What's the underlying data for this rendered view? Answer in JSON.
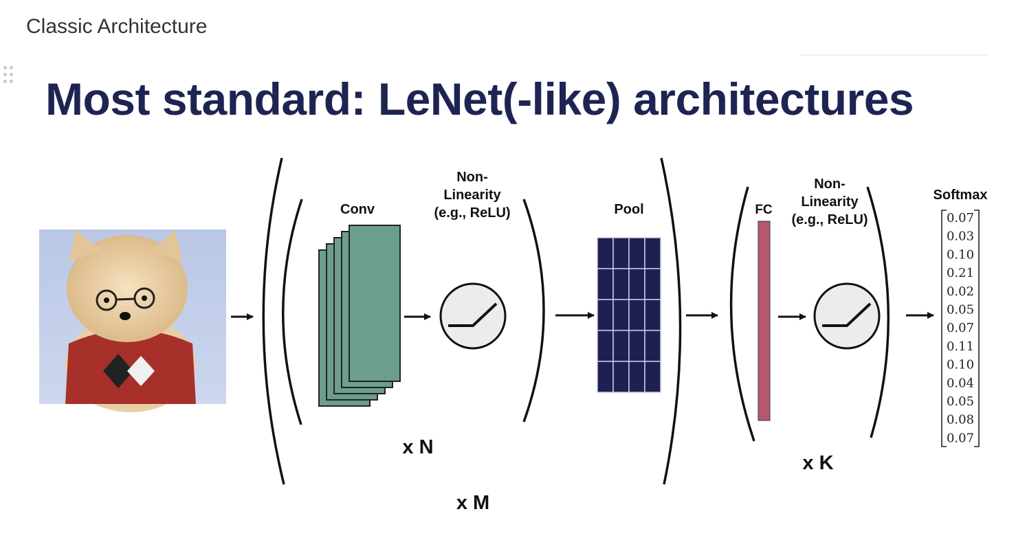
{
  "page": {
    "title": "Classic Architecture"
  },
  "slide": {
    "title": "Most standard: LeNet(-like) architectures",
    "labels": {
      "conv": "Conv",
      "nonlin1": [
        "Non-",
        "Linearity",
        "(e.g., ReLU)"
      ],
      "pool": "Pool",
      "fc": "FC",
      "nonlin2": [
        "Non-",
        "Linearity",
        "(e.g., ReLU)"
      ],
      "softmax": "Softmax",
      "xN": "x N",
      "xM": "x M",
      "xK": "x K"
    },
    "softmax_values": [
      "0.07",
      "0.03",
      "0.10",
      "0.21",
      "0.02",
      "0.05",
      "0.07",
      "0.11",
      "0.10",
      "0.04",
      "0.05",
      "0.08",
      "0.07"
    ],
    "colors": {
      "title": "#1e2452",
      "conv": "#6c9f8b",
      "pool": "#1d2050",
      "fc": "#b4586f"
    }
  }
}
